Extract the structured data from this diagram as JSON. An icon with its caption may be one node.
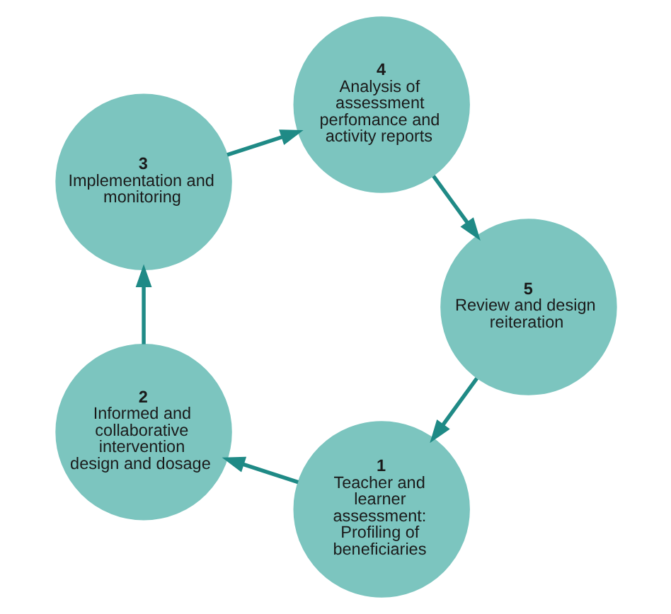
{
  "diagram": {
    "nodes": [
      {
        "text": [
          "1",
          "Teacher and learner assessment: Profiling of beneficiaries"
        ]
      },
      {
        "text": [
          "2",
          "Informed and collaborative intervention design and dosage"
        ]
      },
      {
        "text": [
          "3",
          "Implementation and monitoring"
        ]
      },
      {
        "text": [
          "4",
          "Analysis of assessment perfomance and activity reports"
        ]
      },
      {
        "text": [
          "5",
          "Review and design reiteration"
        ]
      }
    ],
    "edges": [
      {
        "from": 0,
        "to": 1,
        "arrow": "to"
      },
      {
        "from": 1,
        "to": 2,
        "arrow": "to"
      },
      {
        "from": 2,
        "to": 3,
        "arrow": "to"
      },
      {
        "from": 3,
        "to": 4,
        "arrow": "to"
      },
      {
        "from": 4,
        "to": 0,
        "arrow": "to"
      }
    ]
  }
}
